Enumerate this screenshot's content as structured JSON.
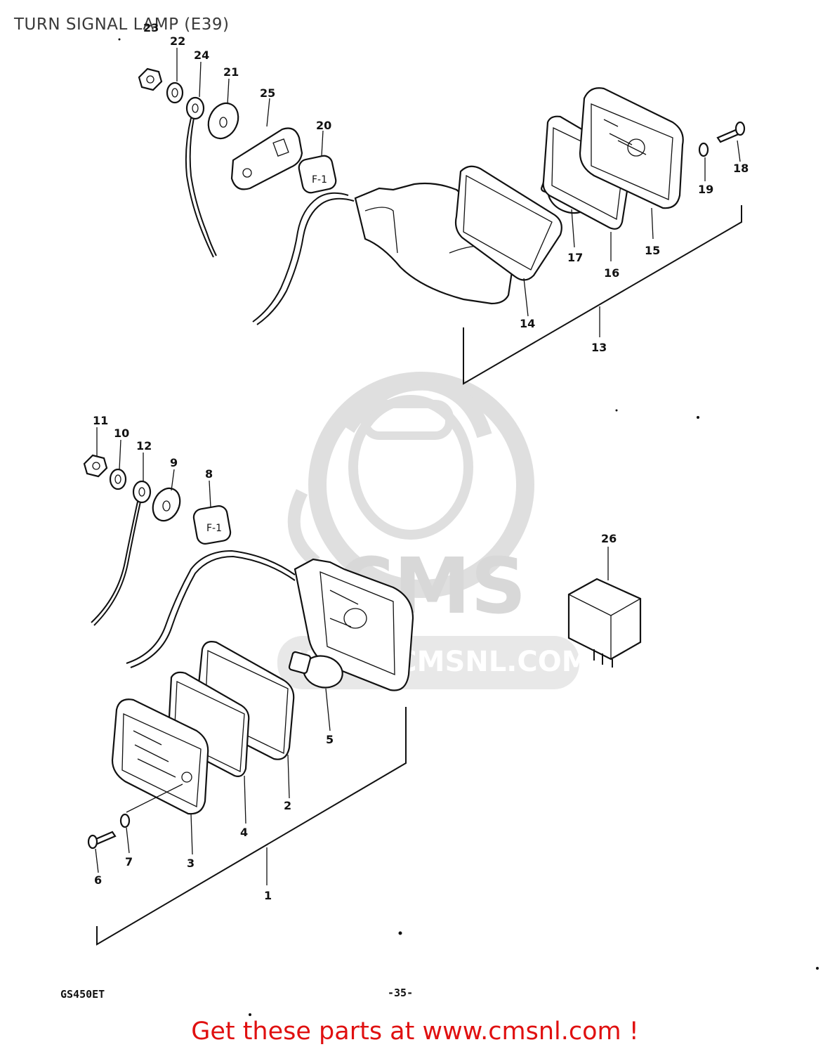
{
  "title": "TURN SIGNAL LAMP (E39)",
  "footer_text": "Get these parts at www.cmsnl.com !",
  "model_code": "GS450ET",
  "page_number": "-35-",
  "watermark": {
    "brand": "CMS",
    "url": "WWW.CMSNL.COM"
  },
  "part_numbers": [
    "1",
    "2",
    "3",
    "4",
    "5",
    "6",
    "7",
    "8",
    "9",
    "10",
    "11",
    "12",
    "13",
    "14",
    "15",
    "16",
    "17",
    "18",
    "19",
    "20",
    "21",
    "22",
    "23",
    "24",
    "25",
    "26"
  ],
  "colors": {
    "footer": "#e01010",
    "lines": "#111111",
    "watermark": "#d4d4d4"
  }
}
